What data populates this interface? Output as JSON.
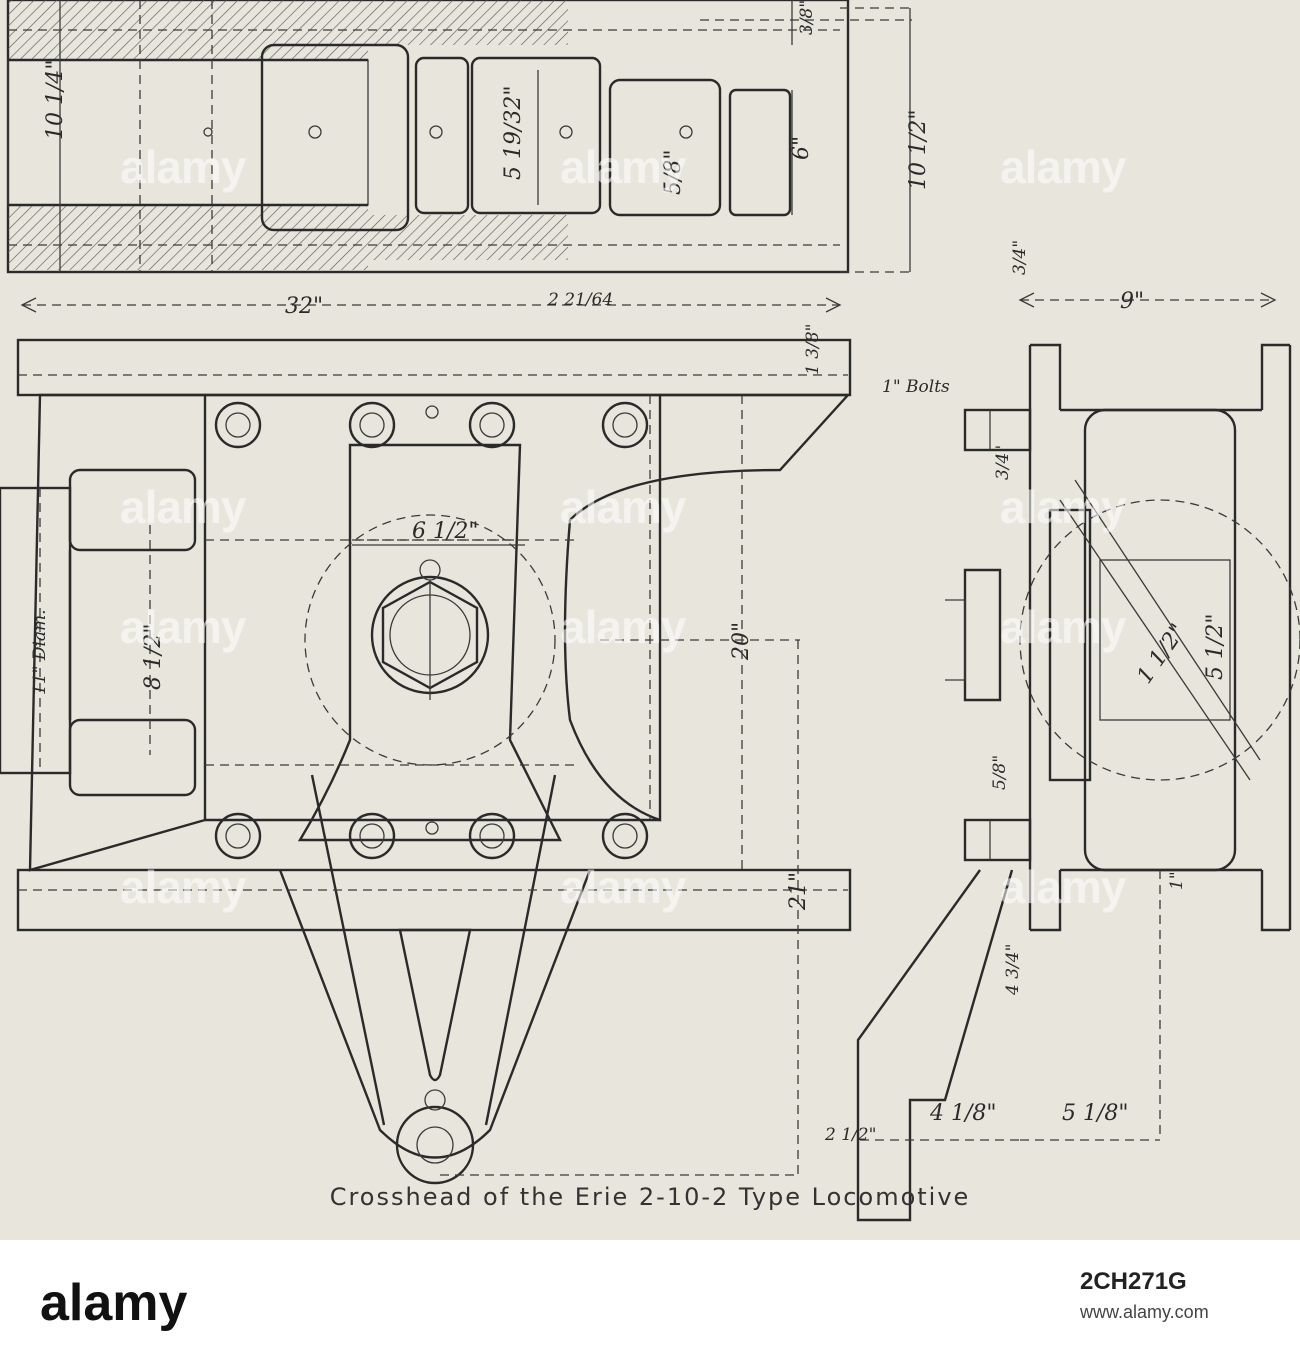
{
  "diagram": {
    "caption": "Crosshead of the Erie 2-10-2 Type Locomotive",
    "dimensions": {
      "length_32": "32\"",
      "offset_2_21_64": "2 21/64",
      "height_10_1_2": "10 1/2\"",
      "height_10_1_4": "10 1/4\"",
      "gap_5_19_32": "5 19/32\"",
      "width_6": "6\"",
      "width_5_8": "5/8\"",
      "width_3_8": "3/8\"",
      "thick_1_3_8": "1 3/8\"",
      "width_9": "9\"",
      "thick_3_4_top": "3/4\"",
      "thick_3_4_side": "3/4\"",
      "bolts": "1\" Bolts",
      "bore_6_1_2": "6 1/2\"",
      "height_20": "20\"",
      "height_21": "21\"",
      "diam_11": "11\" Diam.",
      "width_8_1_2": "8 1/2\"",
      "diag_1_1_2": "1 1/2\"",
      "width_5_1_2": "5 1/2\"",
      "offset_5_8": "5/8\"",
      "thick_1": "1\"",
      "arm_4_3_4": "4 3/4\"",
      "arm_4_1_8": "4 1/8\"",
      "arm_5_1_8": "5 1/8\"",
      "arm_2_1_2": "2 1/2\""
    }
  },
  "watermark": "alamy",
  "footer": {
    "logo": "alamy",
    "image_id": "2CH271G",
    "url": "www.alamy.com"
  }
}
